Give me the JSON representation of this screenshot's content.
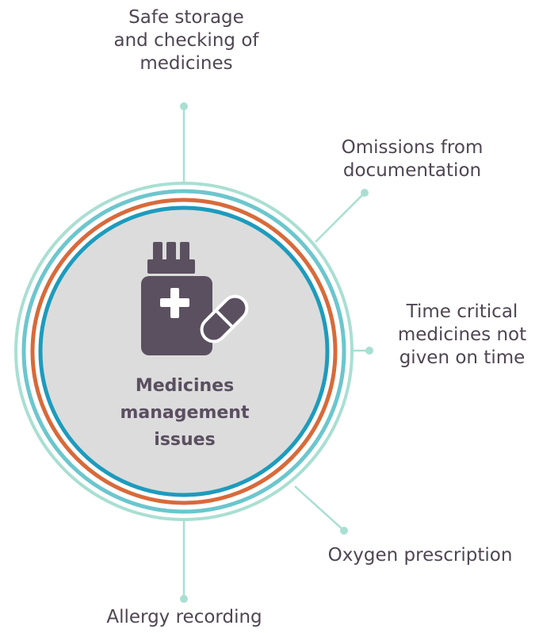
{
  "center": {
    "icon": "medicine-bottle-pill-icon",
    "title_lines": [
      "Medicines",
      "management",
      "issues"
    ]
  },
  "items": [
    {
      "lines": [
        "Safe storage",
        "and checking of",
        "medicines"
      ]
    },
    {
      "lines": [
        "Omissions from",
        "documentation"
      ]
    },
    {
      "lines": [
        "Time critical",
        "medicines not",
        "given on time"
      ]
    },
    {
      "lines": [
        "Oxygen prescription"
      ]
    },
    {
      "lines": [
        "Allergy recording"
      ]
    }
  ],
  "colors": {
    "outer_ring": "#a9dfd2",
    "teal_ring": "#6cc6cd",
    "orange_ring": "#d86a3a",
    "blue_ring": "#1d9bbd",
    "fill": "#dcdcdc",
    "icon": "#5b5060",
    "connector": "#a9dfd2"
  }
}
